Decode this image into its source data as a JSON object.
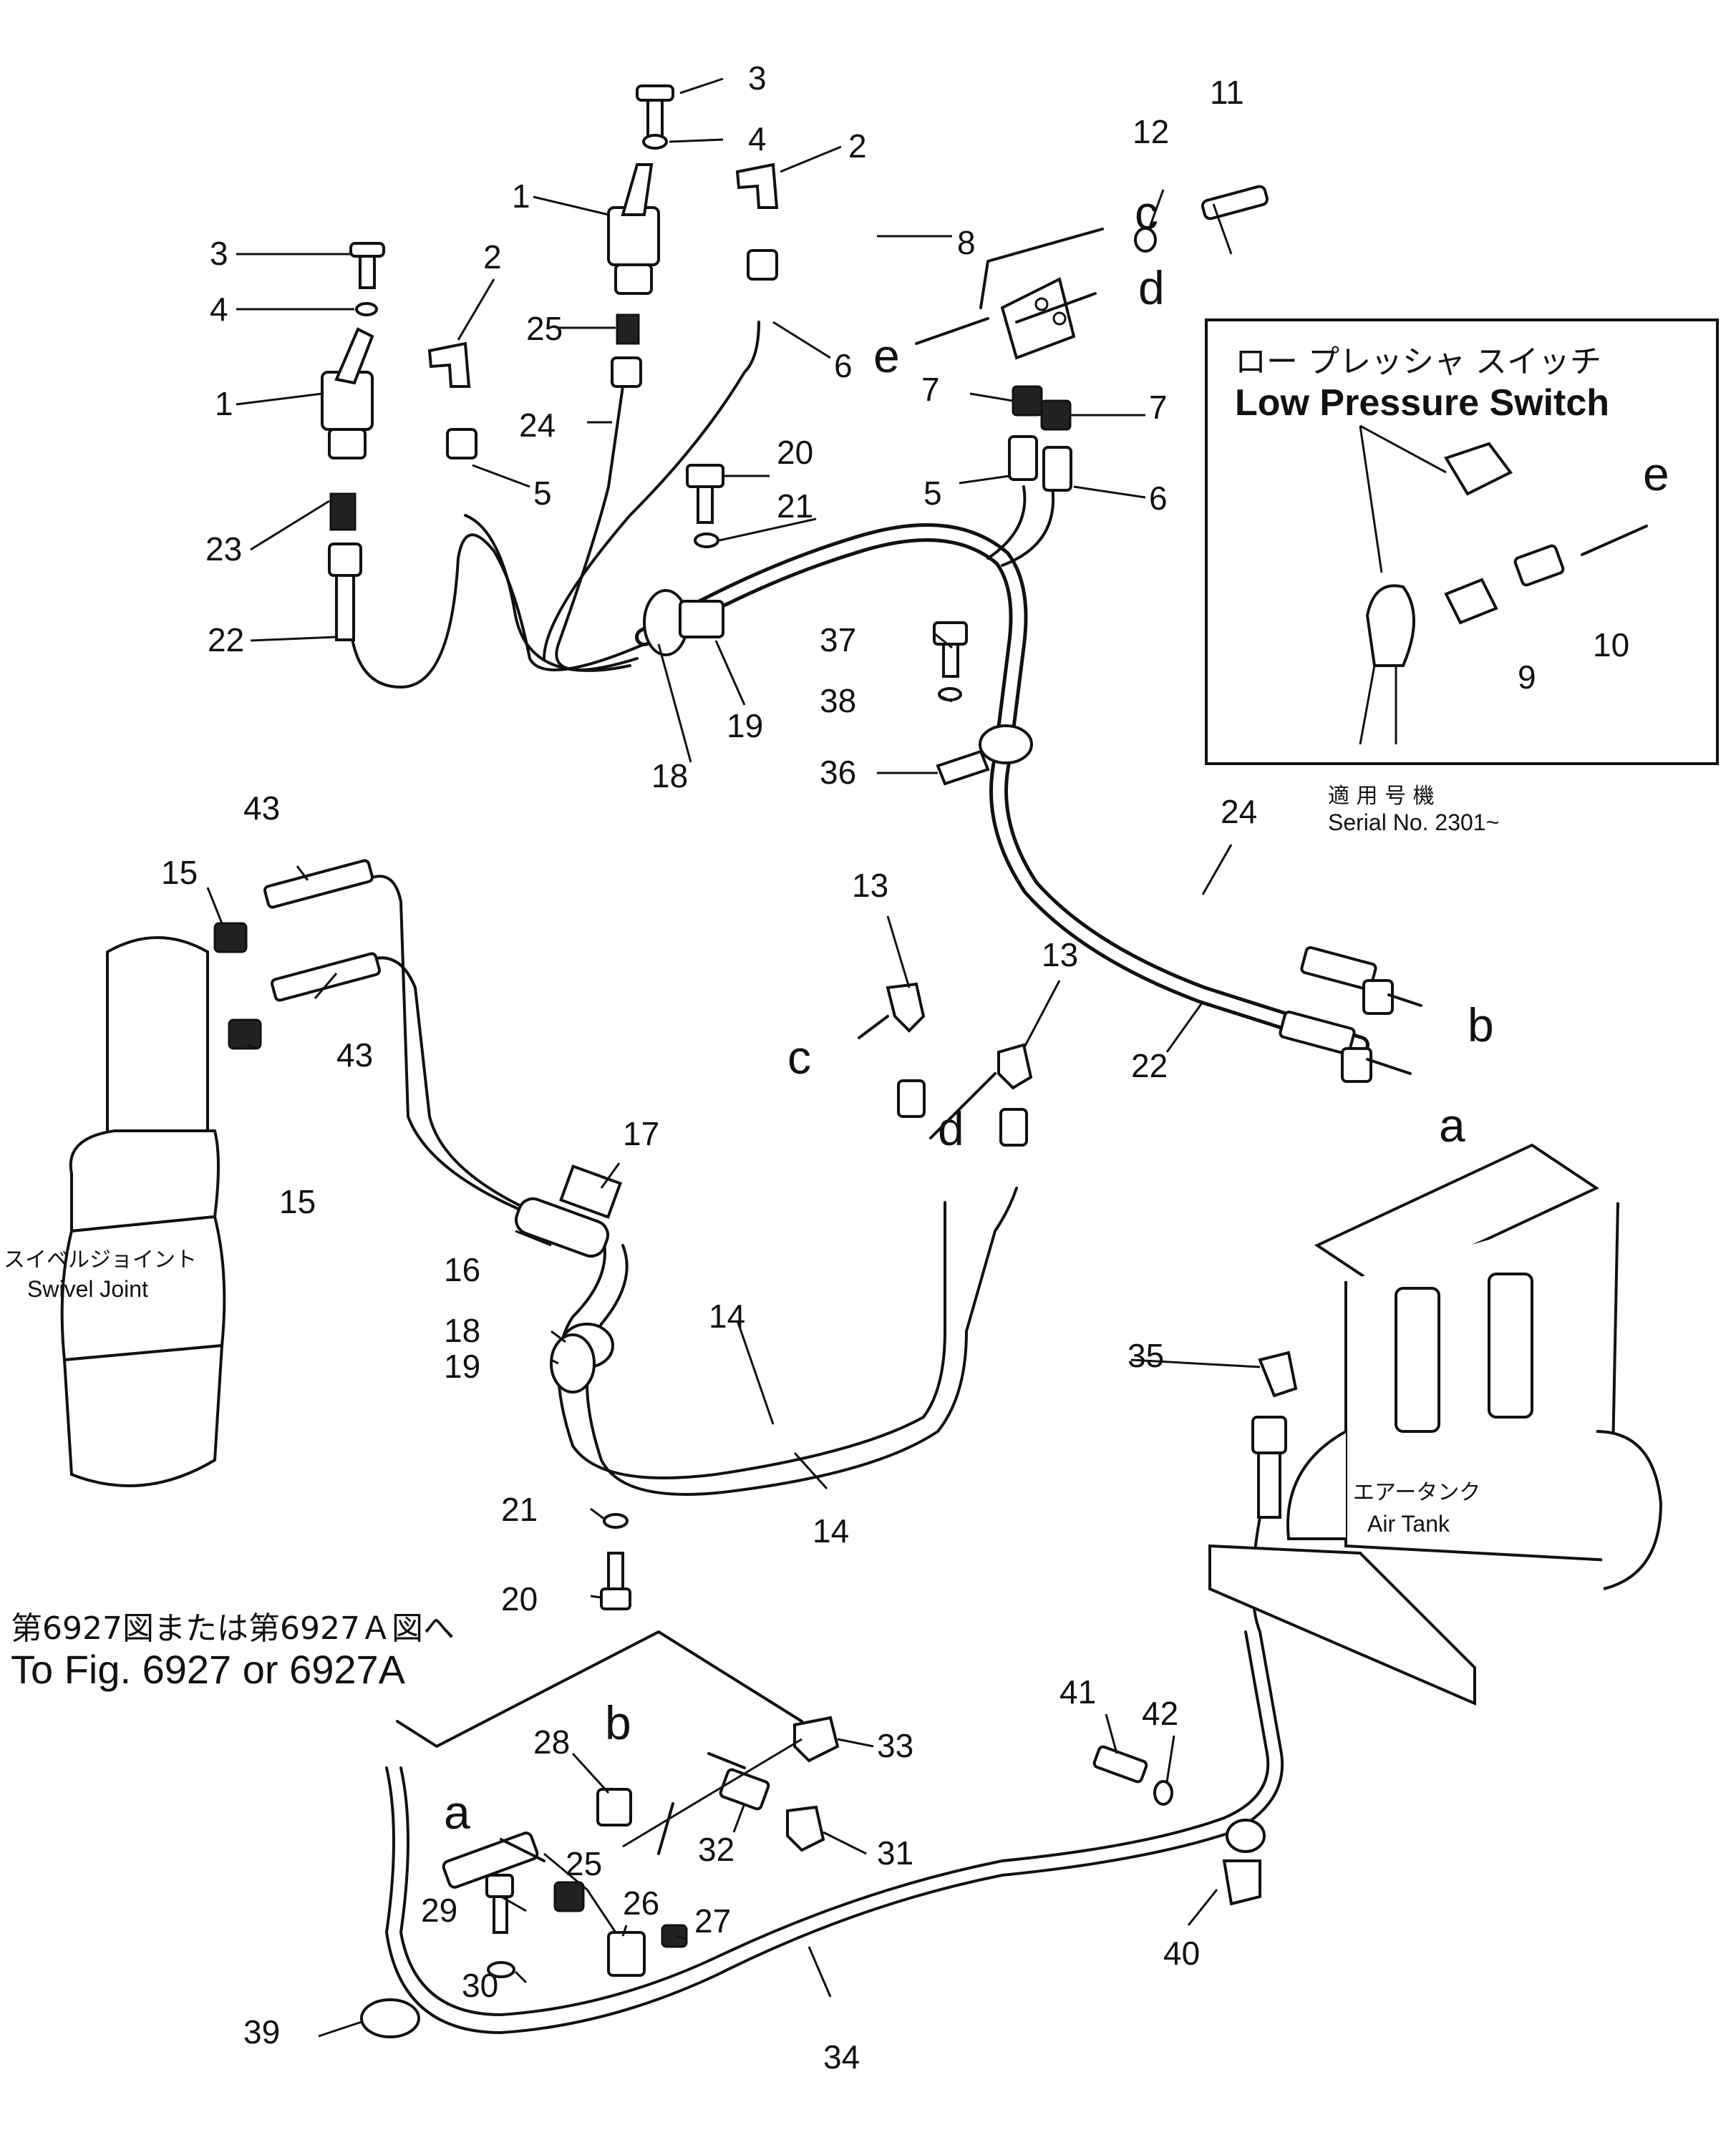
{
  "callouts": {
    "n1a": "1",
    "n1b": "1",
    "n2a": "2",
    "n2b": "2",
    "n3a": "3",
    "n3b": "3",
    "n4a": "4",
    "n4b": "4",
    "n5a": "5",
    "n5b": "5",
    "n6a": "6",
    "n6b": "6",
    "n7a": "7",
    "n7b": "7",
    "n8": "8",
    "n9": "9",
    "n10": "10",
    "n11": "11",
    "n12": "12",
    "n13a": "13",
    "n13b": "13",
    "n14a": "14",
    "n14b": "14",
    "n15a": "15",
    "n15b": "15",
    "n16": "16",
    "n17": "17",
    "n18a": "18",
    "n18b": "18",
    "n19a": "19",
    "n19b": "19",
    "n20a": "20",
    "n20b": "20",
    "n21a": "21",
    "n21b": "21",
    "n22a": "22",
    "n22b": "22",
    "n23": "23",
    "n24a": "24",
    "n24b": "24",
    "n25a": "25",
    "n25b": "25",
    "n26": "26",
    "n27": "27",
    "n28": "28",
    "n29": "29",
    "n30": "30",
    "n31": "31",
    "n32": "32",
    "n33": "33",
    "n34": "34",
    "n35": "35",
    "n36": "36",
    "n37": "37",
    "n38": "38",
    "n39": "39",
    "n40": "40",
    "n41": "41",
    "n42": "42",
    "n43a": "43",
    "n43b": "43"
  },
  "letters": {
    "c1": "c",
    "d1": "d",
    "e1": "e",
    "e2": "e",
    "c2": "c",
    "d2": "d",
    "b1": "b",
    "a1": "a",
    "b2": "b",
    "a2": "a"
  },
  "inset": {
    "title_jp": "ロー プレッシャ スイッチ",
    "title_en": "Low Pressure Switch",
    "serial_jp": "適 用 号 機",
    "serial_en": "Serial No. 2301~"
  },
  "labels": {
    "swivel_jp": "スイベルジョイント",
    "swivel_en": "Swivel Joint",
    "airtank_jp": "エアータンク",
    "airtank_en": "Air Tank",
    "fig_ref_jp": "第6927図または第6927Ａ図へ",
    "fig_ref_en": "To Fig. 6927 or 6927A"
  }
}
